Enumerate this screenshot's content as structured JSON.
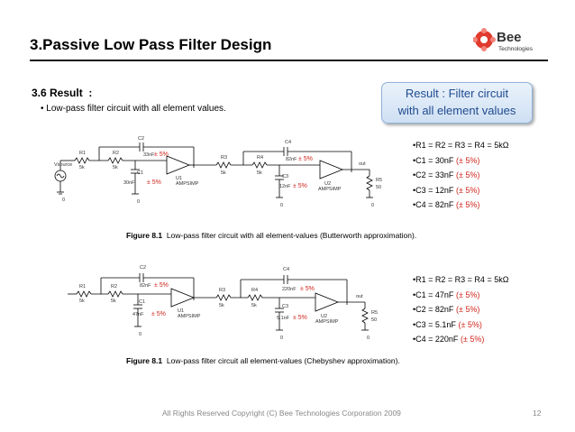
{
  "header": {
    "title": "3.Passive Low Pass Filter Design",
    "logo_text_main": "Bee",
    "logo_text_sub": "Technologies",
    "brand_colors": {
      "accent": "#d0261d",
      "logo_red": "#e03a2e",
      "rule": "#1a1a1a"
    }
  },
  "section": {
    "heading": "3.6 Result  :",
    "bullet": "Low-pass filter circuit with all element values."
  },
  "callout": {
    "line1": "Result : Filter circuit",
    "line2": "with all element values"
  },
  "figure1": {
    "caption_label": "Figure 8.1",
    "caption_text": "Low-pass filter circuit with all element-values (Butterworth approximation).",
    "values": [
      {
        "label": "•R1 = R2 = R3 = R4 = 5kΩ",
        "tol": ""
      },
      {
        "label": "•C1 = 30nF",
        "tol": "(± 5%)"
      },
      {
        "label": "•C2 = 33nF",
        "tol": "(± 5%)"
      },
      {
        "label": "•C3 = 12nF",
        "tol": "(± 5%)"
      },
      {
        "label": "•C4 = 82nF",
        "tol": "(± 5%)"
      }
    ],
    "schematic": {
      "R1": "R1",
      "R1v": "5k",
      "R2": "R2",
      "R2v": "5k",
      "R3": "R3",
      "R3v": "5k",
      "R4": "R4",
      "R4v": "5k",
      "R5": "R5",
      "R5v": "50",
      "C1": "C1",
      "C1v": "30nF",
      "C2": "C2",
      "C2v": "33nF",
      "C3": "C3",
      "C3v": "12nF",
      "C4": "C4",
      "C4v": "82nF",
      "tol": "± 5%",
      "U1": "U1",
      "U2": "U2",
      "amp": "AMPSIMP",
      "src": "Vsource",
      "gnd": "0",
      "out": "out"
    }
  },
  "figure2": {
    "caption_label": "Figure 8.1",
    "caption_text": "Low-pass filter circuit all element-values (Chebyshev approximation).",
    "values": [
      {
        "label": "•R1 = R2 = R3 = R4 = 5kΩ",
        "tol": ""
      },
      {
        "label": "•C1 = 47nF",
        "tol": "(± 5%)"
      },
      {
        "label": "•C2 = 82nF",
        "tol": "(± 5%)"
      },
      {
        "label": "•C3 = 5.1nF",
        "tol": "(± 5%)"
      },
      {
        "label": "•C4 = 220nF",
        "tol": "(± 5%)"
      }
    ],
    "schematic": {
      "R1": "R1",
      "R1v": "5k",
      "R2": "R2",
      "R2v": "5k",
      "R3": "R3",
      "R3v": "5k",
      "R4": "R4",
      "R4v": "5k",
      "R5": "R5",
      "R5v": "50",
      "C1": "C1",
      "C1v": "47nF",
      "C2": "C2",
      "C2v": "82nF",
      "C3": "C3",
      "C3v": "5.1nF",
      "C4": "C4",
      "C4v": "220nF",
      "tol": "± 5%",
      "U1": "U1",
      "U2": "U2",
      "amp": "AMPSIMP",
      "gnd": "0",
      "out": "out"
    }
  },
  "footer": {
    "copyright": "All Rights Reserved Copyright (C) Bee Technologies Corporation 2009",
    "page": "12"
  }
}
